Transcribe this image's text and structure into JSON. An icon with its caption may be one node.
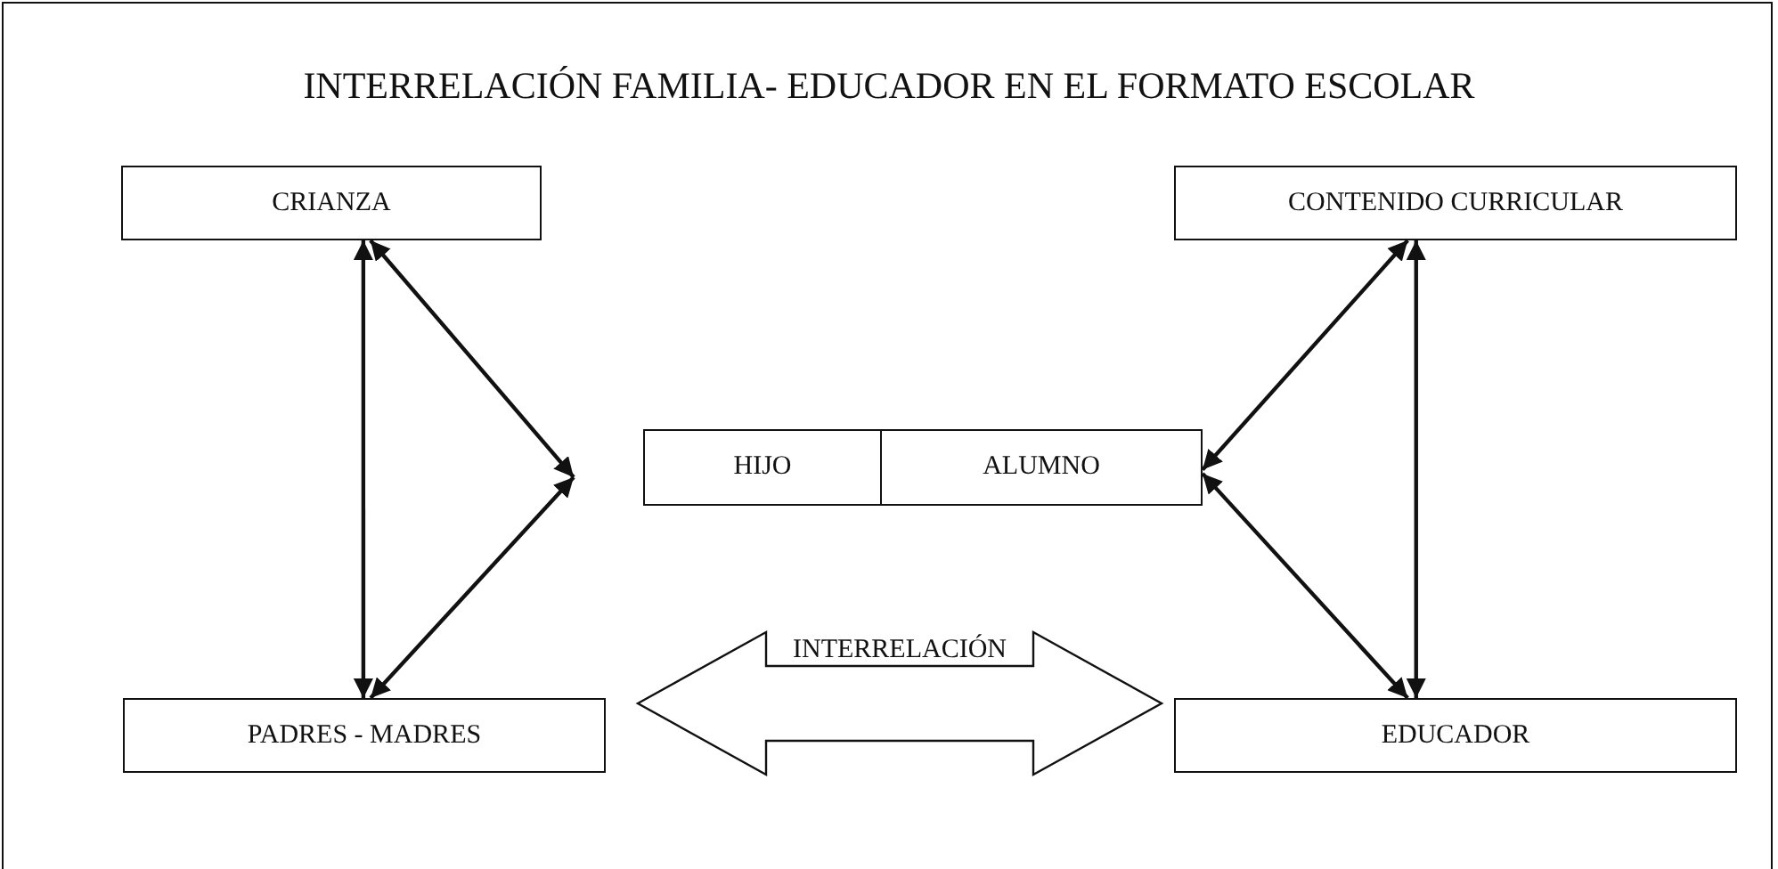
{
  "diagram": {
    "title": "INTERRELACIÓN FAMILIA- EDUCADOR EN EL FORMATO ESCOLAR",
    "nodes": [
      {
        "text": [
          "CRIANZA"
        ]
      },
      {
        "text": [
          "CONTENIDO CURRICULAR"
        ]
      },
      {
        "text": [
          "HIJO"
        ]
      },
      {
        "text": [
          "ALUMNO"
        ]
      },
      {
        "text": [
          "PADRES - MADRES"
        ]
      },
      {
        "text": [
          "EDUCADOR"
        ]
      }
    ],
    "edges": [
      {
        "from": 0,
        "to": 4,
        "arrow": "both"
      },
      {
        "from": 0,
        "to": null,
        "arrow": "both"
      },
      {
        "from": 4,
        "to": null,
        "arrow": "both"
      },
      {
        "from": 1,
        "to": 3,
        "arrow": "both"
      },
      {
        "from": 5,
        "to": 3,
        "arrow": "both"
      },
      {
        "from": 1,
        "to": 5,
        "arrow": "both"
      },
      {
        "from": 4,
        "to": 5,
        "arrow": "both",
        "label": "INTERRELACIÓN",
        "style": "thick"
      }
    ]
  }
}
